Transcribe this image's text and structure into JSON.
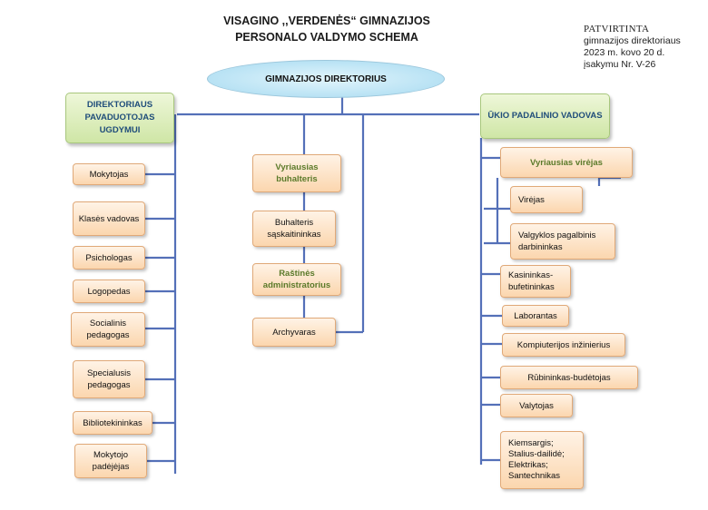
{
  "title_line1": "VISAGINO ,,VERDENĖS“ GIMNAZIJOS",
  "title_line2": "PERSONALO VALDYMO SCHEMA",
  "approval": {
    "line1": "PATVIRTINTA",
    "line2": "gimnazijos direktoriaus",
    "line3": "2023  m. kovo 20  d.",
    "line4": "įsakymu Nr. V-26"
  },
  "director": "GIMNAZIJOS DIREKTORIUS",
  "deputy": "DIREKTORIAUS PAVADUOTOJAS UGDYMUI",
  "maintenance_head": "ŪKIO PADALINIO VADOVAS",
  "left_column": [
    "Mokytojas",
    "Klasės vadovas",
    "Psichologas",
    "Logopedas",
    "Socialinis pedagogas",
    "Specialusis pedagogas",
    "Bibliotekininkas",
    "Mokytojo padėjėjas"
  ],
  "middle_column": [
    "Vyriausias buhalteris",
    "Buhalteris sąskaitininkas",
    "Raštinės administratorius",
    "Archyvaras"
  ],
  "right_column": {
    "head_chef": "Vyriausias virėjas",
    "chef_subordinates": [
      "Virėjas",
      "Valgyklos pagalbinis darbininkas"
    ],
    "items": [
      "Kasininkas-bufetininkas",
      "Laborantas",
      "Kompiuterijos inžinierius",
      "Rūbininkas-budėtojas",
      "Valytojas",
      "Kiemsargis; Stalius-dailidė; Elektrikas; Santechnikas"
    ]
  },
  "colors": {
    "line": "#5470b8",
    "green_fill": "#cfe6a6",
    "orange_fill": "#fbd6ae",
    "director_fill": "#b8e2f4"
  }
}
